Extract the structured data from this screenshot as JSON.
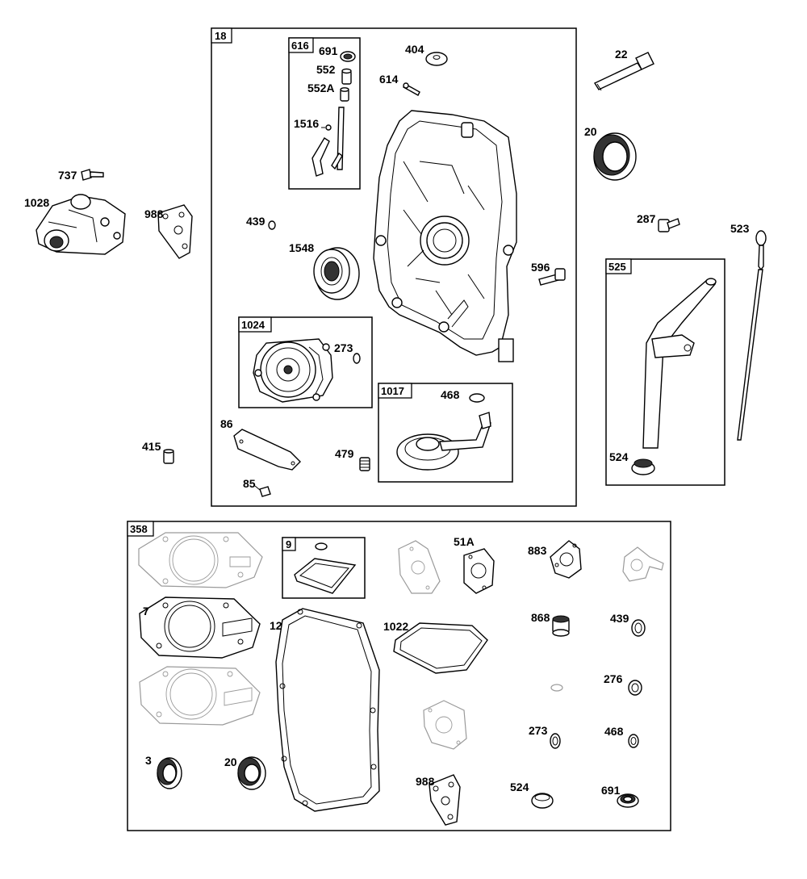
{
  "boxes": {
    "b18": "18",
    "b616": "616",
    "b1024": "1024",
    "b1017": "1017",
    "b525": "525",
    "b358": "358",
    "b9": "9"
  },
  "labels": {
    "p691a": "691",
    "p552": "552",
    "p552A": "552A",
    "p1516": "1516",
    "p404": "404",
    "p614": "614",
    "p22": "22",
    "p20a": "20",
    "p737": "737",
    "p1028": "1028",
    "p988a": "988",
    "p439a": "439",
    "p1548": "1548",
    "p287": "287",
    "p523": "523",
    "p596": "596",
    "p273a": "273",
    "p468a": "468",
    "p86": "86",
    "p415": "415",
    "p479": "479",
    "p85": "85",
    "p524a": "524",
    "p51A": "51A",
    "p883": "883",
    "p7": "7",
    "p12": "12",
    "p1022": "1022",
    "p868": "868",
    "p439b": "439",
    "p276": "276",
    "p273b": "273",
    "p468b": "468",
    "p3": "3",
    "p20b": "20",
    "p988b": "988",
    "p524b": "524",
    "p691b": "691"
  }
}
